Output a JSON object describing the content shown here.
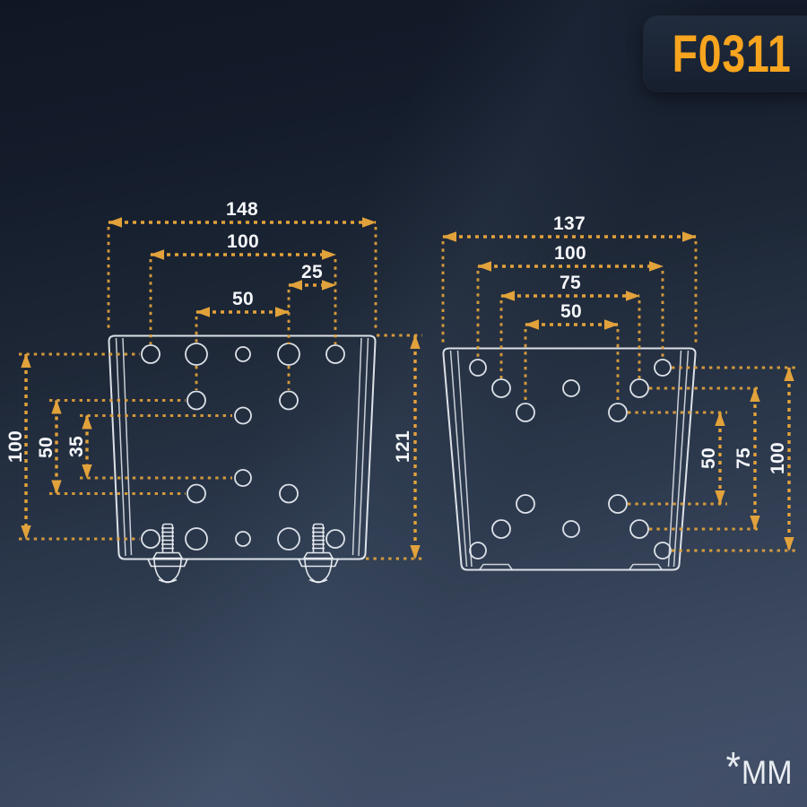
{
  "badge": {
    "model": "F0311"
  },
  "footnote": {
    "symbol": "*",
    "unit": "MM"
  },
  "colors": {
    "dimension_line": "#E2A23B",
    "plate_outline": "#E7EBF1",
    "label_text": "#F5F7FA",
    "badge_text": "#F7A41F",
    "badge_background": "#1D2737",
    "background_top": "#101724",
    "background_bottom": "#44516B"
  },
  "left_plate": {
    "top_dimensions": {
      "overall_width": "148",
      "hole_span_100": "100",
      "hole_span_25": "25",
      "hole_span_50": "50"
    },
    "left_dimensions": {
      "hole_span_100": "100",
      "hole_span_50": "50",
      "hole_span_35": "35"
    },
    "right_dimension": {
      "overall_height": "121"
    }
  },
  "right_plate": {
    "top_dimensions": {
      "overall_width": "137",
      "hole_span_100": "100",
      "hole_span_75": "75",
      "hole_span_50": "50"
    },
    "right_dimensions": {
      "hole_span_50": "50",
      "hole_span_75": "75",
      "hole_span_100": "100"
    }
  }
}
